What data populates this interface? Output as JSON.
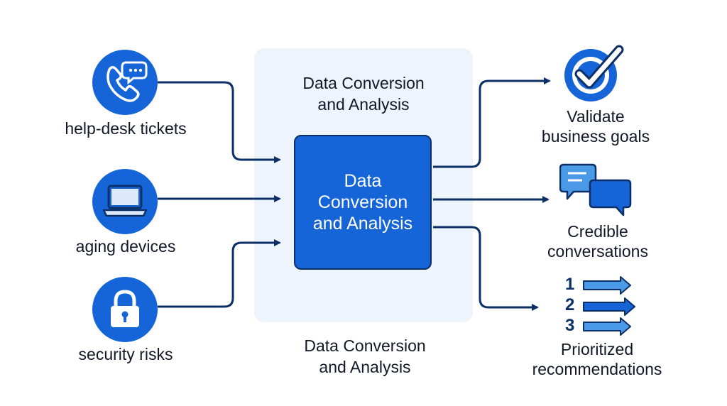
{
  "inputs": [
    {
      "label": "help-desk tickets",
      "icon": "phone-chat-icon"
    },
    {
      "label": "aging devices",
      "icon": "laptop-icon"
    },
    {
      "label": "security risks",
      "icon": "padlock-icon"
    }
  ],
  "panel": {
    "top_title": "Data Conversion\nand Analysis",
    "center_label": "Data\nConversion\nand Analysis",
    "bottom_title": "Data Conversion\nand Analysis"
  },
  "outputs": [
    {
      "label": "Validate\nbusiness goals",
      "icon": "checkmark-badge-icon"
    },
    {
      "label": "Credible\nconversations",
      "icon": "speech-bubbles-icon"
    },
    {
      "label": "Prioritized\nrecommendations",
      "icon": "ranked-list-icon",
      "ranks": [
        "1",
        "2",
        "3"
      ]
    }
  ],
  "colors": {
    "primary": "#1565d8",
    "navy": "#0b2f66",
    "panel_bg": "#eef4fc",
    "light_blue": "#4a9ae8"
  }
}
